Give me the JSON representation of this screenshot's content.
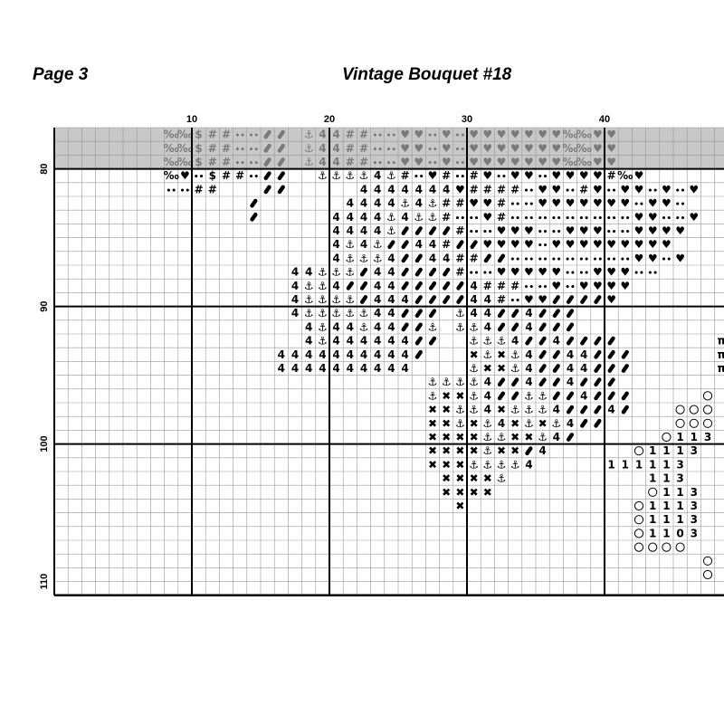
{
  "header": {
    "page_label": "Page 3",
    "title": "Vintage Bouquet #18"
  },
  "grid": {
    "columns_visible_start": 1,
    "columns_visible_end": 49,
    "rows_visible_start": 77,
    "rows_visible_end": 110,
    "column_tick_labels": [
      "10",
      "20",
      "30",
      "40"
    ],
    "row_tick_labels": [
      "80",
      "90",
      "100",
      "110"
    ],
    "overlap_rows_shaded": 3,
    "colors": {
      "grid_line": "#9a9a9a",
      "major_line": "#000000",
      "shade": "#c8c8c8",
      "shade_symbol": "#7a7a7a",
      "symbol": "#000000"
    }
  },
  "symbol_legend": {
    "4": "4",
    "A": "⚓",
    "a": "⚓",
    "H": "♥",
    "#": "#",
    "D": "••",
    "B": "bead",
    "O": "○",
    "1": "1",
    "3": "3",
    "X": "✖",
    "P": "π",
    "$": "$",
    "%": "‰"
  },
  "symbol_rows": [
    "........%%$##DDBB.A44##DDHHDHDHHHHHHH%%HH",
    "........%%$##DDBB.A44##DDHHDHDHHHHHHH%%HH",
    "........%%$##DDBB.A44##DDHHDHDHHHHHHH%%HH",
    "........%HD$##DBB..AAAA4A#DH#D#HDHHDHHHH#%H",
    "........DD##...BB.....4444444H####DHHD#HDHHDHDH",
    "..............B......4444A4A##HH#DDHHHHHHHDHHD",
    "..............B.....4444A4AA#DDH#DDDDDDDDDHHDDH",
    "....................4444ABBBB#DDHHHDDHHHDDHHHH",
    "....................4A4ABB44#BBHHHHDHHHHHHHHH",
    "....................4AAA4BB44##BBDDDDDDDDDHHDH",
    ".................44AAAB44BBBB#DDHHHHHDDHHHDD",
    ".................4AA4BB44BBBBB4###DDHDHHHH",
    ".................4AAAAB444BBBB44#DHHBBBBH",
    ".................4AAAAA44BBB.A44BB4BBB",
    "..................4A44A44BBA.AA4BB4BBB",
    "..................4A444444BB..AAA4BB4BBBB.......P",
    "................4444444444B...XAXA4BB44BBB......P",
    "................4444444444....AXXA4BB44BBB......P",
    "...........................AAAA4BB4BB4BBB",
    "...........................AXXA4BBAABB4BBB.....O",
    "...........................XXAA4XAAA4BBB4B...OOO",
    "...........................XXAXA4XAXA4BB.....OOO",
    "...........................XXXXAAXXA4B......O113",
    "...........................XXXXAXXB4......O1113",
    "...........................XXXAAAA4.....111113",
    "............................XXXXA..........113",
    "............................XXXX...........O113",
    ".............................X............O1113",
    "..........................................O1113",
    "..........................................O1103",
    "..........................................OOOO",
    "...............................................O",
    "...............................................O"
  ]
}
